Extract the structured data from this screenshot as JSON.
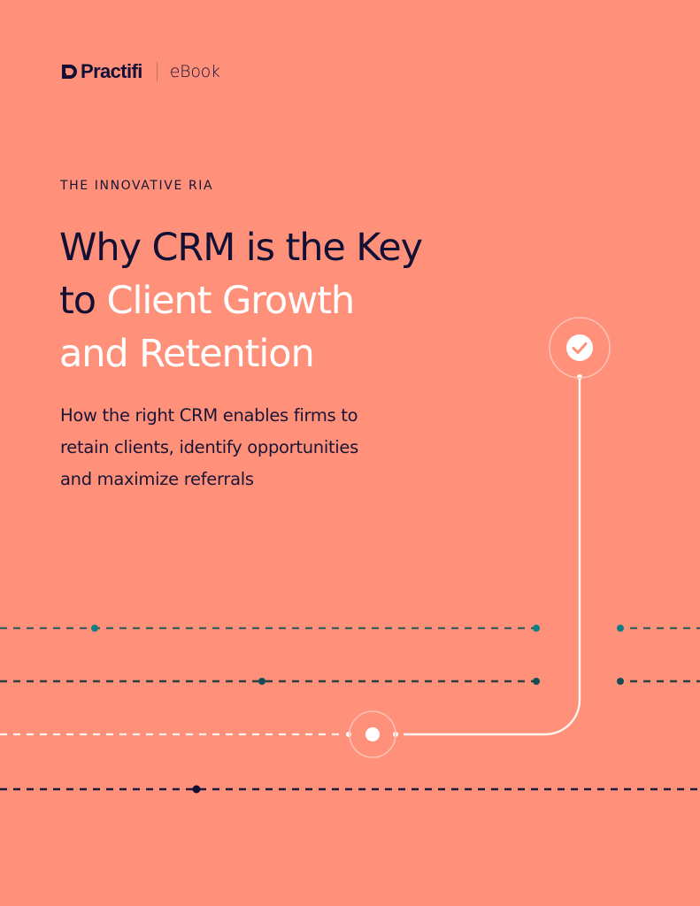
{
  "header": {
    "brand_name": "Practifi",
    "document_type": "eBook"
  },
  "cover": {
    "eyebrow": "THE INNOVATIVE RIA",
    "title": {
      "line1": "Why CRM is the Key",
      "line2_dark": "to",
      "line2_light": "Client Growth",
      "line3": "and Retention"
    },
    "subtitle": {
      "line1": "How the right CRM enables firms to",
      "line2": "retain clients, identify opportunities",
      "line3": "and maximize referrals"
    }
  },
  "colors": {
    "background": "#FF917B",
    "navy": "#121035",
    "teal": "#0E7F86",
    "dark_teal": "#134E57",
    "white": "#FFFFFF"
  },
  "graphics": {
    "icons": [
      "check-circle-icon",
      "node-circle-icon"
    ]
  }
}
